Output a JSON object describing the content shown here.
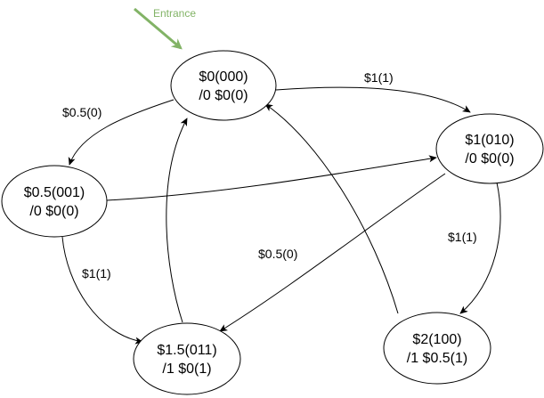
{
  "entrance": {
    "label": "Entrance",
    "color": "#82b366"
  },
  "states": {
    "s0": {
      "line1": "$0(000)",
      "line2": "/0 $0(0)"
    },
    "s1": {
      "line1": "$1(010)",
      "line2": "/0 $0(0)"
    },
    "s05": {
      "line1": "$0.5(001)",
      "line2": "/0 $0(0)"
    },
    "s15": {
      "line1": "$1.5(011)",
      "line2": "/1 $0(1)"
    },
    "s2": {
      "line1": "$2(100)",
      "line2": "/1 $0.5(1)"
    }
  },
  "edges": {
    "s0_s1": {
      "label": "$1(1)"
    },
    "s0_s05": {
      "label": "$0.5(0)"
    },
    "s05_s1": {
      "label": ""
    },
    "s05_s15": {
      "label": "$1(1)"
    },
    "s15_s0": {
      "label": ""
    },
    "s1_s15": {
      "label": "$0.5(0)"
    },
    "s1_s2": {
      "label": "$1(1)"
    },
    "s2_s0": {
      "label": ""
    }
  }
}
